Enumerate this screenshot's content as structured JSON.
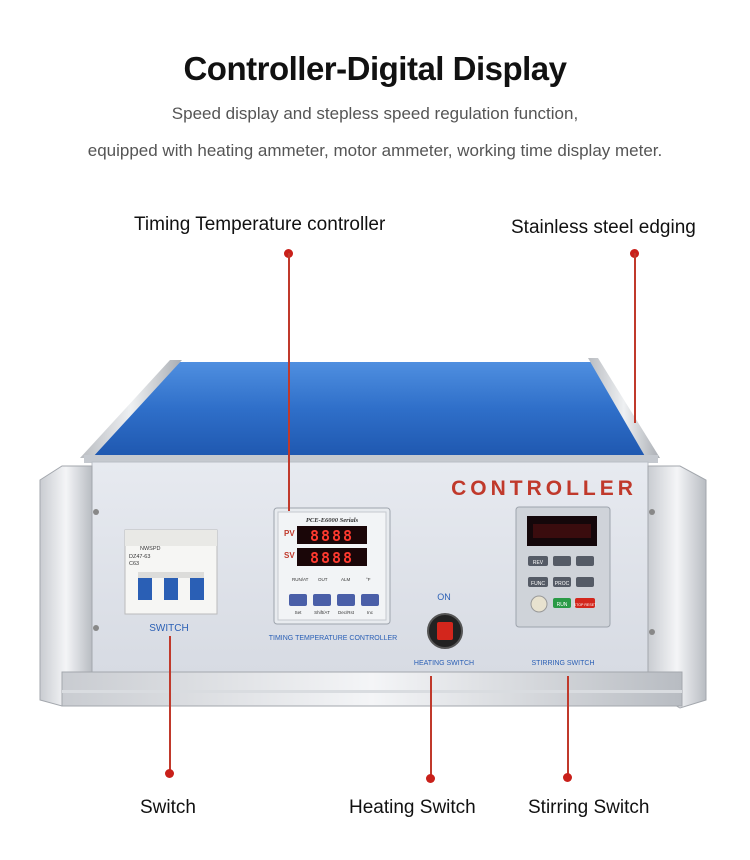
{
  "header": {
    "title": "Controller-Digital Display",
    "subtitle_line1": "Speed display and stepless speed regulation function,",
    "subtitle_line2": "equipped with heating ammeter, motor ammeter, working time display meter."
  },
  "callouts": {
    "timing_temperature_controller": "Timing Temperature controller",
    "stainless_steel_edging": "Stainless steel edging",
    "switch": "Switch",
    "heating_switch": "Heating Switch",
    "stirring_switch": "Stirring Switch"
  },
  "panel": {
    "brand_text": "CONTROLLER",
    "breaker_brand": "NWSPD",
    "breaker_model": "DZ47-63",
    "breaker_rating": "C63",
    "switch_label": "SWITCH",
    "temp_controller_series": "PCE-E6000 Serials",
    "pv_label": "PV",
    "sv_label": "SV",
    "pv_value": "8888",
    "sv_value": "8888",
    "indicator_run": "RUN/AT",
    "indicator_out": "OUT",
    "indicator_alm": "ALM",
    "indicator_unit": "°F",
    "btn_set": "Set",
    "btn_shift": "Shift/AT",
    "btn_dec": "Dec/Rst",
    "btn_inc": "Inc",
    "temp_controller_caption": "TIMING TEMPERATURE CONTROLLER",
    "on_label": "ON",
    "heating_switch_caption": "HEATING SWITCH",
    "vfd_btn_rev": "REV",
    "vfd_btn_func": "FUNC",
    "vfd_btn_proc": "PROC",
    "vfd_btn_run": "RUN",
    "vfd_btn_stop": "STOP RESET",
    "stirring_switch_caption": "STIRRING SWITCH"
  },
  "colors": {
    "accent_red": "#c9201a",
    "lid_blue": "#2f6fc9",
    "panel_gray": "#dfe3ea"
  }
}
